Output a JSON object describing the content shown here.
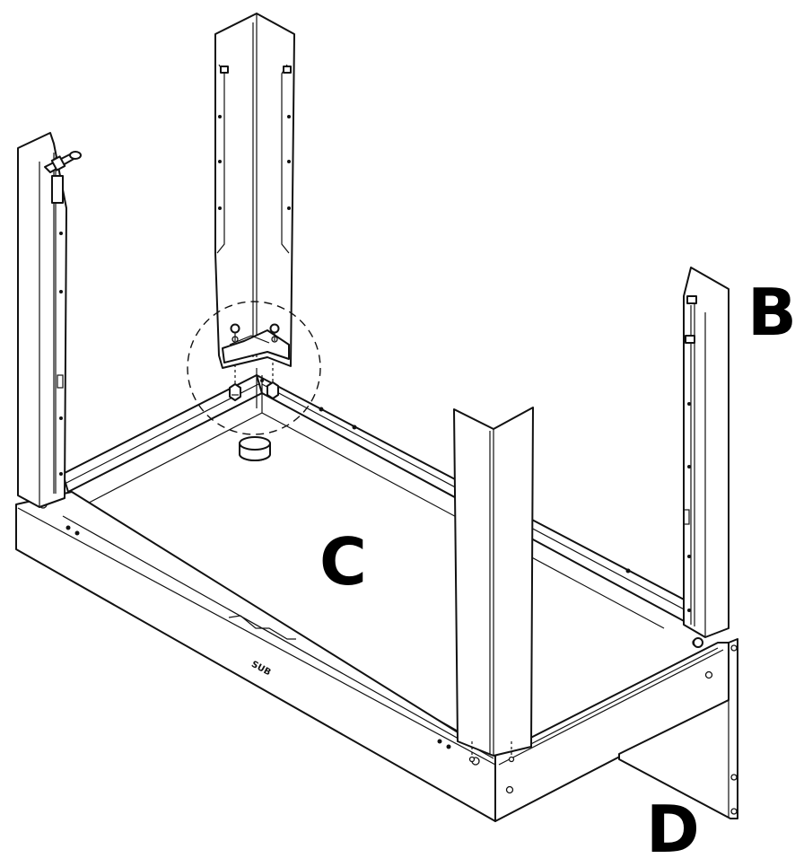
{
  "labels": {
    "b": "B",
    "c": "C",
    "d": "D"
  },
  "frame_stamp": "SUB",
  "colors": {
    "ink": "#111111",
    "paper": "#ffffff"
  },
  "icons": [
    "screw-icon",
    "nut-icon",
    "grommet-icon"
  ]
}
